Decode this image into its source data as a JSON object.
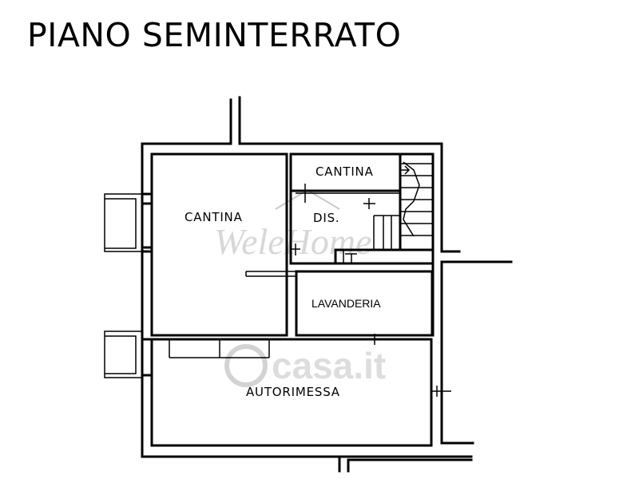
{
  "title": "PIANO SEMINTERRATO",
  "rooms": {
    "cantina_left": "CANTINA",
    "cantina_top": "CANTINA",
    "dis": "DIS.",
    "lavanderia": "LAVANDERIA",
    "autorimessa": "AUTORIMESSA"
  },
  "watermarks": {
    "welehome": "WeleHome",
    "casa": "casa.it"
  }
}
